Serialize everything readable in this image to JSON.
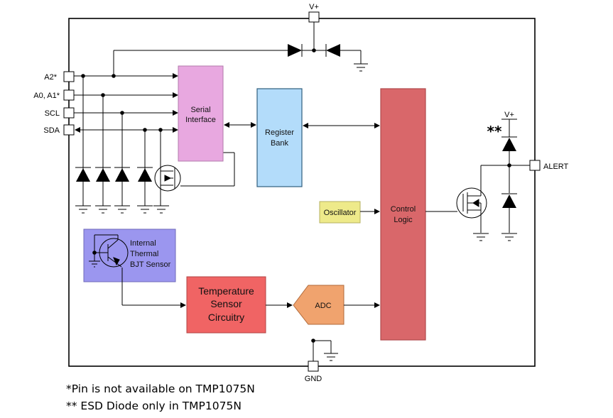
{
  "diagram": {
    "pins": {
      "v_plus_top": "V+",
      "a2": "A2*",
      "a0_a1": "A0, A1*",
      "scl": "SCL",
      "sda": "SDA",
      "alert": "ALERT",
      "gnd": "GND",
      "v_plus_alert": "V+"
    },
    "blocks": {
      "serial_interface": [
        "Serial",
        "Interface"
      ],
      "register_bank": [
        "Register",
        "Bank"
      ],
      "control_logic": [
        "Control",
        "Logic"
      ],
      "oscillator": "Oscillator",
      "thermal_sensor": [
        "Internal",
        "Thermal",
        "BJT Sensor"
      ],
      "temperature_circuitry": [
        "Temperature",
        "Sensor",
        "Circuitry"
      ],
      "adc": "ADC"
    },
    "esd_marker": "**",
    "colors": {
      "serial_interface": "#e8a8e0",
      "register_bank": "#b3dcfa",
      "control_logic": "#d9676a",
      "oscillator": "#eeea8a",
      "thermal_sensor": "#9b96ef",
      "temperature_circuitry": "#f06464",
      "adc": "#f0a36e"
    }
  },
  "footnotes": [
    "*Pin is not available on TMP1075N",
    "** ESD Diode only in TMP1075N"
  ]
}
